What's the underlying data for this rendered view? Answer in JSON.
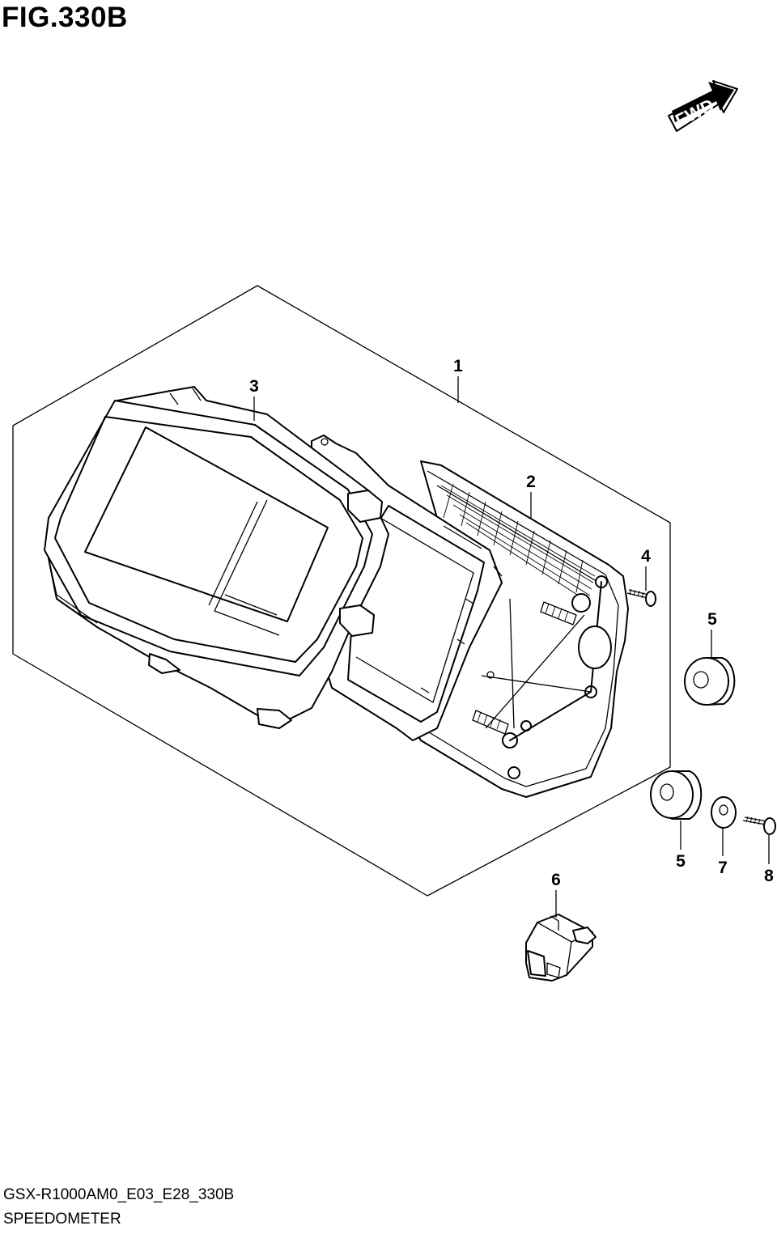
{
  "figure": {
    "title": "FIG.330B",
    "fwd_label": "FWD",
    "code": "GSX-R1000AM0_E03_E28_330B",
    "name": "SPEEDOMETER"
  },
  "callouts": [
    "1",
    "2",
    "3",
    "4",
    "5",
    "5",
    "6",
    "7",
    "8"
  ]
}
